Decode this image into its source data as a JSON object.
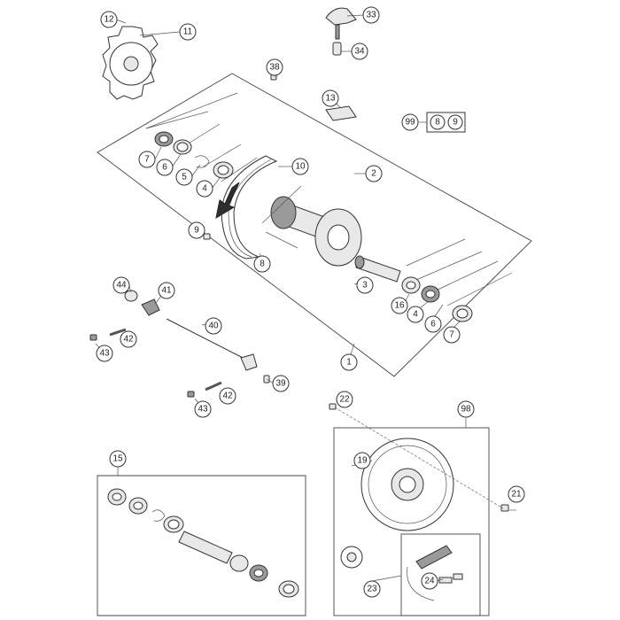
{
  "diagram": {
    "callouts": {
      "c1": "1",
      "c2": "2",
      "c3": "3",
      "c4a": "4",
      "c4b": "4",
      "c5": "5",
      "c6a": "6",
      "c6b": "6",
      "c7a": "7",
      "c7b": "7",
      "c8": "8",
      "c9": "9",
      "c10": "10",
      "c11": "11",
      "c12": "12",
      "c13": "13",
      "c15": "15",
      "c16": "16",
      "c19": "19",
      "c21": "21",
      "c22": "22",
      "c23": "23",
      "c24": "24",
      "c33": "33",
      "c34": "34",
      "c38": "38",
      "c39": "39",
      "c40": "40",
      "c41": "41",
      "c42a": "42",
      "c42b": "42",
      "c43a": "43",
      "c43b": "43",
      "c44": "44",
      "c98": "98"
    },
    "kit_box": {
      "label": "99",
      "items": [
        "8",
        "9"
      ]
    }
  }
}
